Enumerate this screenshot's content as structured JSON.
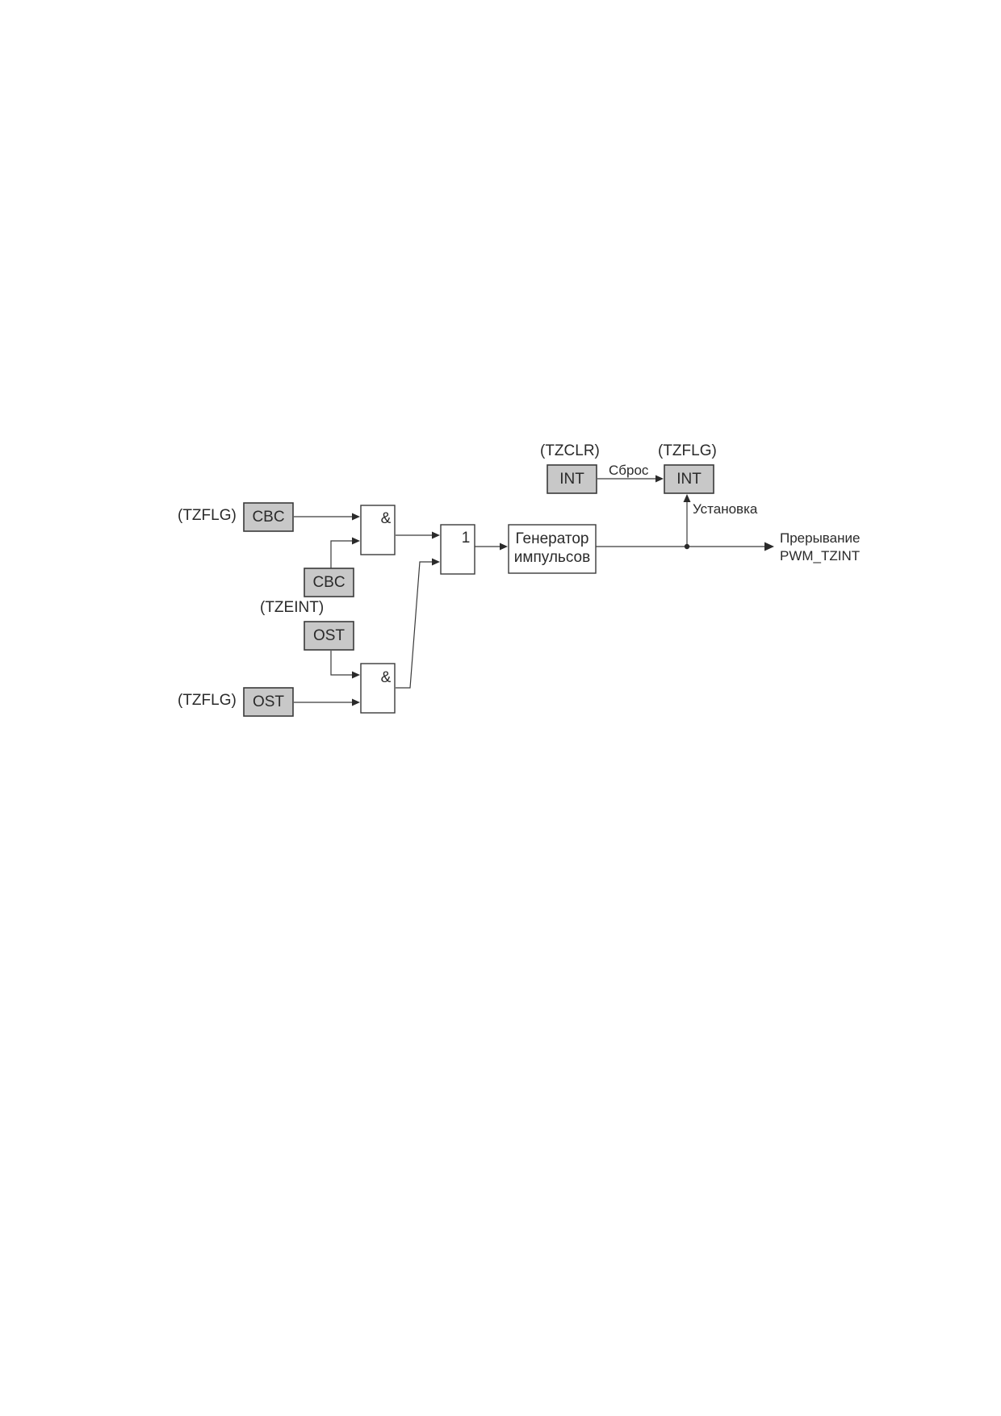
{
  "labels": {
    "tzflg_cbc_reg": "(TZFLG)",
    "tzflg_cbc": "CBC",
    "tzeint_cbc": "CBC",
    "tzeint_reg": "(TZEINT)",
    "tzeint_ost": "OST",
    "tzflg_ost_reg": "(TZFLG)",
    "tzflg_ost": "OST",
    "and1": "&",
    "and2": "&",
    "or": "1",
    "gen_line1": "Генератор",
    "gen_line2": "импульсов",
    "tzclr_reg": "(TZCLR)",
    "tzclr_int": "INT",
    "reset": "Сброс",
    "tzflg_int_reg": "(TZFLG)",
    "tzflg_int": "INT",
    "set": "Установка",
    "out_line1": "Прерывание",
    "out_line2": "PWM_TZINT"
  }
}
